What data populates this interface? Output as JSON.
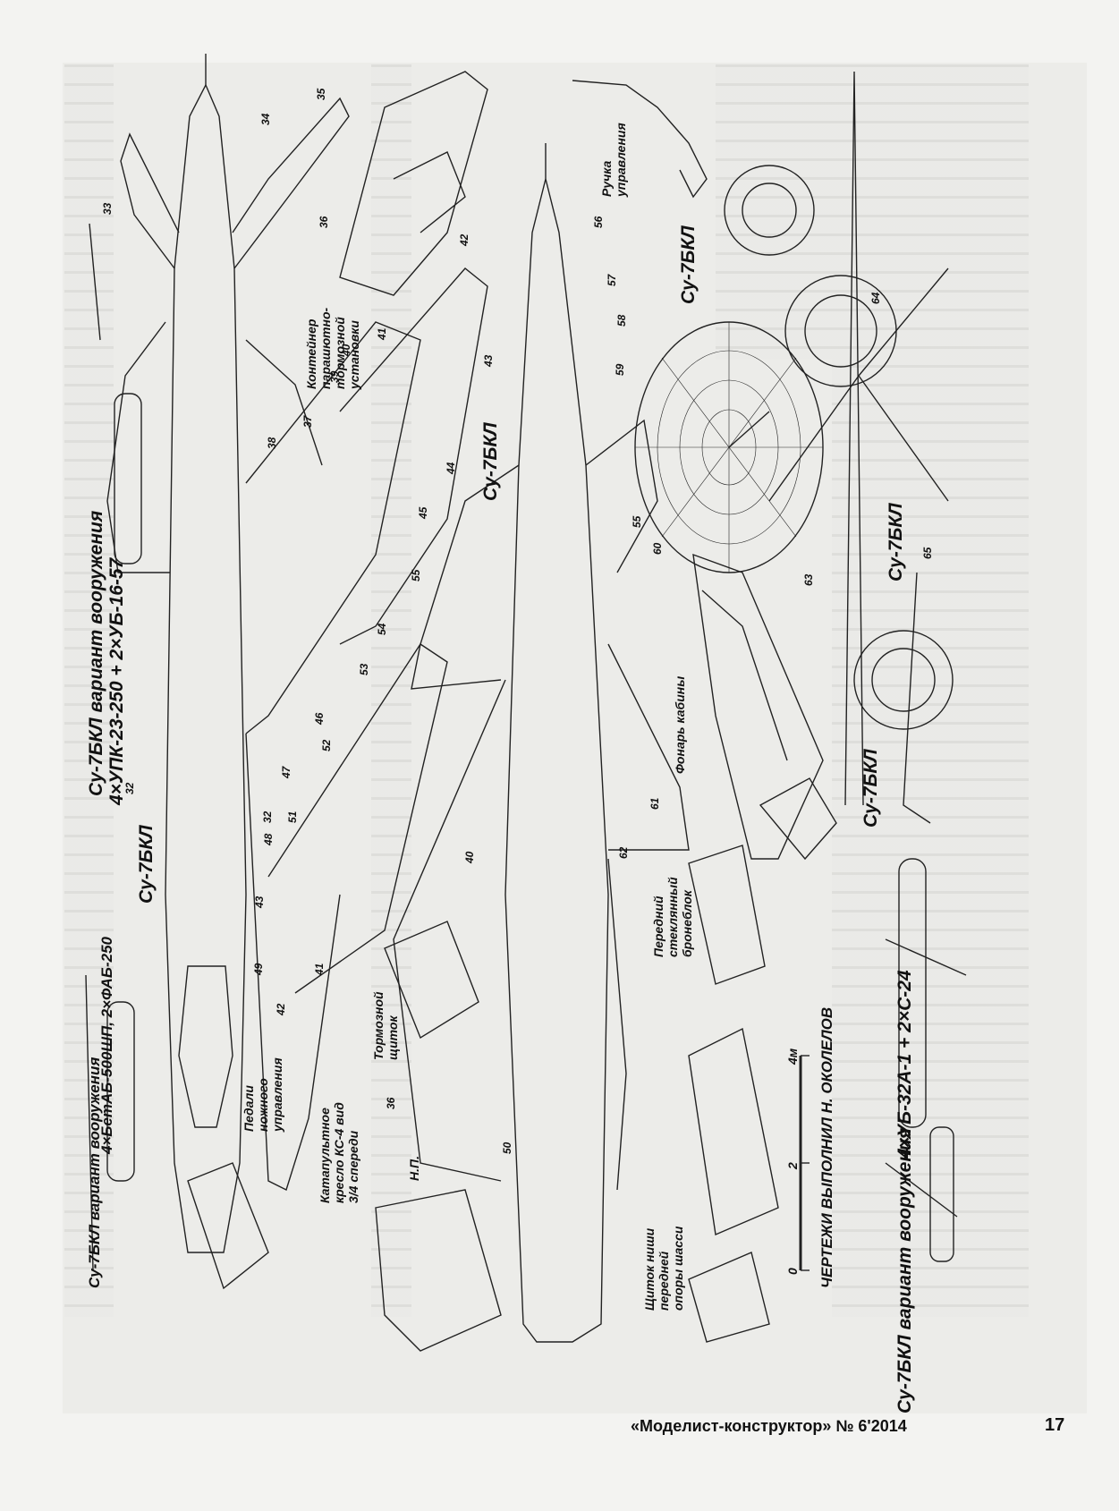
{
  "variants": {
    "v1_title": "Су-7БКЛ вариант вооружения",
    "v1_loadout": "4×УПК-23-250 + 2×УБ-16-57",
    "v2_title": "Су-7БКЛ вариант вооружения",
    "v2_loadout": "4×БетАБ-500ШП, 2×ФАБ-250",
    "v3_title": "Су-7БКЛ вариант вооружения",
    "v3_loadout": "4×УБ-32А-1 + 2×С-24"
  },
  "labels": {
    "su7_top": "Су-7БКЛ",
    "su7_center": "Су-7БКЛ",
    "su7_upper_right": "Су-7БКЛ",
    "su7_mid_right": "Су-7БКЛ",
    "su7_lower_right": "Су-7БКЛ",
    "container": "Контейнер парашютно-тормозной установки",
    "stick": "Ручка управления",
    "canopy": "Фонарь кабины",
    "glass": "Передний стеклянный бронеблок",
    "brake_flap": "Тормозной щиток",
    "seat": "Катапультное кресло КС-4 вид 3/4 спереди",
    "pedals": "Педали ножного управления",
    "gear_flap": "Щиток ниши передней опоры шасси",
    "author": "ЧЕРТЕЖИ ВЫПОЛНИЛ Н. ОКОЛЕЛОВ",
    "np": "Н.П.",
    "scale_0": "0",
    "scale_2": "2",
    "scale_4": "4м"
  },
  "callouts": [
    "35",
    "34",
    "33",
    "36",
    "42",
    "56",
    "57",
    "58",
    "59",
    "43",
    "40",
    "41",
    "39",
    "37",
    "38",
    "44",
    "45",
    "55",
    "60",
    "55",
    "54",
    "53",
    "52",
    "46",
    "47",
    "51",
    "48",
    "32",
    "32",
    "43",
    "49",
    "41",
    "42",
    "50",
    "36",
    "40",
    "61",
    "62",
    "63",
    "64",
    "65"
  ],
  "footer": {
    "magazine": "«Моделист-конструктор» № 6'2014",
    "page": "17"
  }
}
